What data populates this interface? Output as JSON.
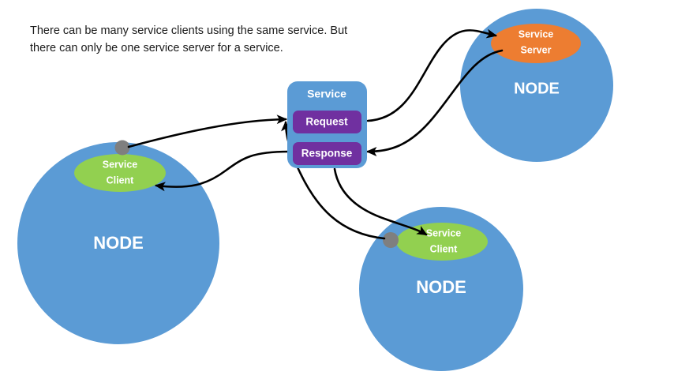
{
  "caption": {
    "line1": "There can be many service clients using the same service. But",
    "line2": "there can only be one service server for a service.",
    "full": "There can be many service clients using the same service. But\nthere can only be one service server for a service."
  },
  "colors": {
    "node_blue": "#5B9BD5",
    "service_box_blue": "#5B9BD5",
    "service_client_green": "#92D050",
    "service_server_orange": "#ED7D31",
    "operation_purple": "#7030A0",
    "connector_dot_gray": "#7F7F7F",
    "arrow_black": "#000000",
    "label_white": "#FFFFFF",
    "background": "#FFFFFF",
    "caption_text": "#1A1A1A"
  },
  "service_box": {
    "title": "Service",
    "operations": [
      {
        "label": "Request"
      },
      {
        "label": "Response"
      }
    ]
  },
  "nodes": [
    {
      "id": "node-server",
      "label": "NODE",
      "role_label_line1": "Service",
      "role_label_line2": "Server",
      "role": "service-server",
      "has_connector_dot": false
    },
    {
      "id": "node-client-left",
      "label": "NODE",
      "role_label_line1": "Service",
      "role_label_line2": "Client",
      "role": "service-client",
      "has_connector_dot": true
    },
    {
      "id": "node-client-bottom",
      "label": "NODE",
      "role_label_line1": "Service",
      "role_label_line2": "Client",
      "role": "service-client",
      "has_connector_dot": true
    }
  ],
  "connections": [
    {
      "id": "left-client-to-request",
      "from": "node-client-left",
      "to": "request"
    },
    {
      "id": "response-to-left-client",
      "from": "response",
      "to": "node-client-left"
    },
    {
      "id": "request-to-server",
      "from": "request",
      "to": "node-server"
    },
    {
      "id": "server-to-response",
      "from": "node-server",
      "to": "response"
    },
    {
      "id": "bottom-client-to-request",
      "from": "node-client-bottom",
      "to": "request"
    },
    {
      "id": "response-to-bottom-client",
      "from": "response",
      "to": "node-client-bottom"
    }
  ]
}
